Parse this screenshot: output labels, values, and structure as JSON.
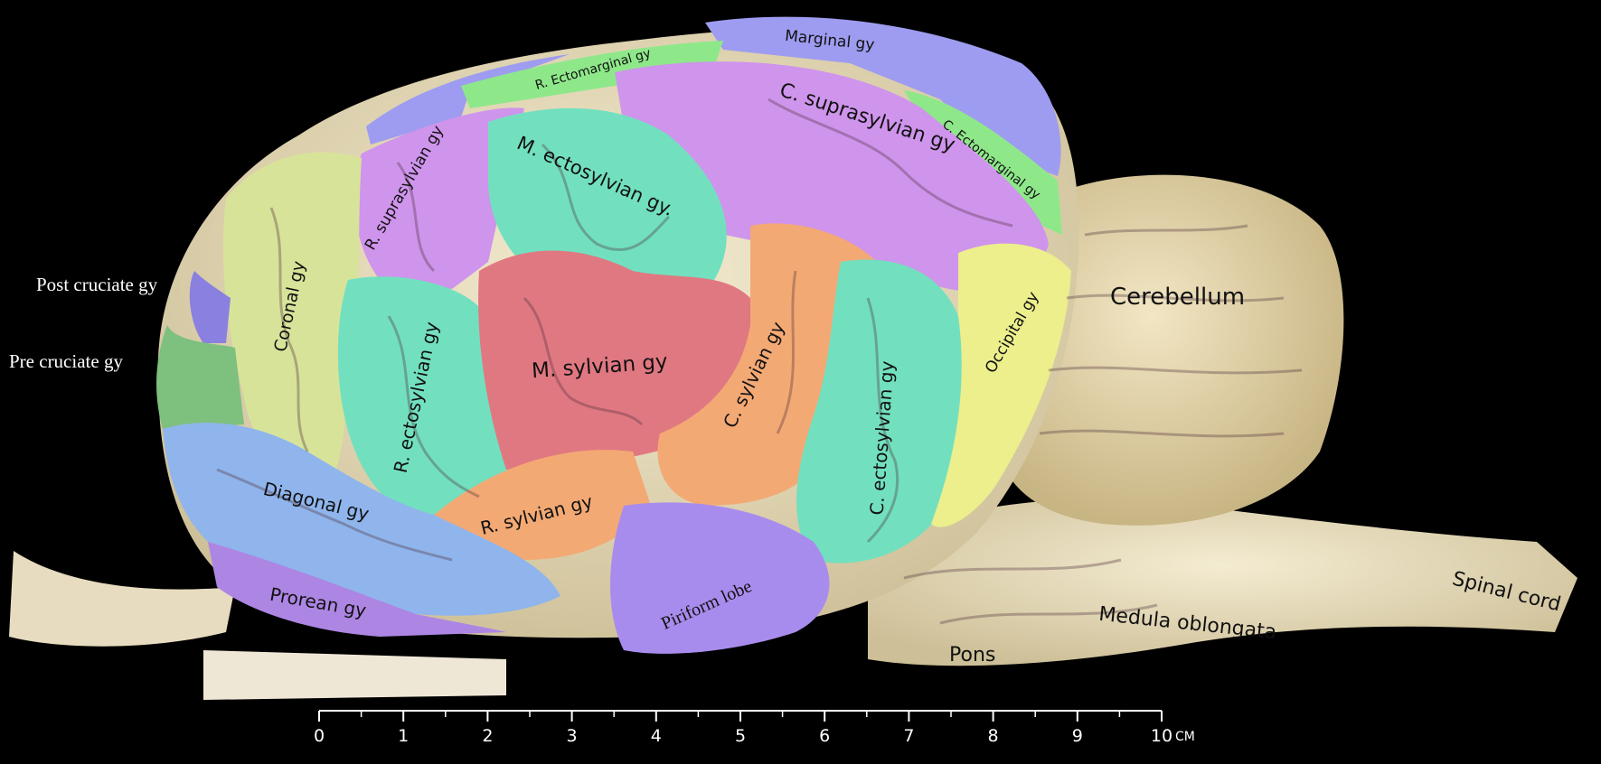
{
  "labels": {
    "marginal": "Marginal gy",
    "r_ectomarginal": "R. Ectomarginal gy",
    "c_suprasylvian": "C. suprasylvian gy",
    "c_ectomarginal": "C. Ectomarginal gy",
    "m_ectosylvian": "M. ectosylvian gy.",
    "r_suprasylvian": "R. suprasylvian gy",
    "coronal": "Coronal gy",
    "post_cruciate": "Post cruciate gy",
    "pre_cruciate": "Pre cruciate gy",
    "r_ectosylvian": "R. ectosylvian gy",
    "m_sylvian": "M. sylvian gy",
    "c_sylvian": "C. sylvian gy",
    "c_ectosylvian": "C. ectosylvian gy",
    "occipital": "Occipital gy",
    "cerebellum": "Cerebellum",
    "diagonal": "Diagonal gy",
    "r_sylvian": "R. sylvian gy",
    "prorean": "Prorean gy",
    "piriform": "Piriform lobe",
    "pons": "Pons",
    "medulla": "Medula oblongata",
    "spinal_cord": "Spinal cord"
  },
  "scale": {
    "ticks": [
      "0",
      "1",
      "2",
      "3",
      "4",
      "5",
      "6",
      "7",
      "8",
      "9",
      "10"
    ],
    "unit": "CM"
  },
  "colors": {
    "background": "#000000",
    "tissue": "#eadfbf",
    "marginal": "#9e9cf0",
    "ectomarginal": "#8ee88a",
    "suprasylvian": "#cf94ec",
    "ectosylvian": "#72e0bf",
    "sylvian_middle": "#e07882",
    "sylvian_orange": "#f3a974",
    "coronal": "#d8e39a",
    "occipital": "#ecef8c",
    "diagonal": "#8fb5ec",
    "prorean": "#ad86e4",
    "piriform": "#a88ced",
    "pre_cruciate": "#7ec07e",
    "post_cruciate": "#8a80e0"
  }
}
